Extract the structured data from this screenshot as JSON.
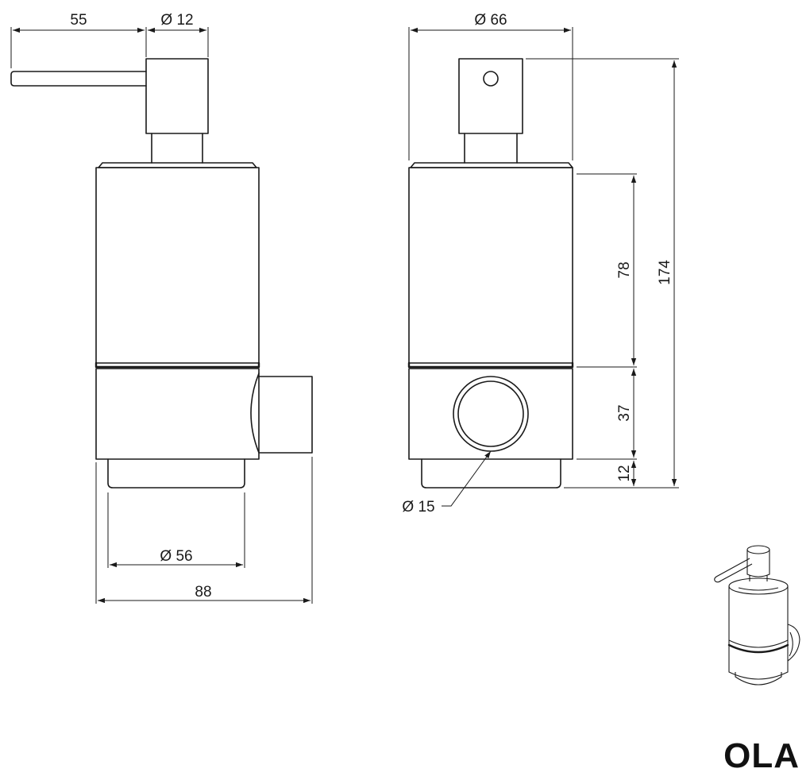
{
  "product": {
    "name": "OLA"
  },
  "side_view": {
    "spout_length": "55",
    "pump_diameter": "Ø 12",
    "base_diameter": "Ø 56",
    "overall_depth": "88"
  },
  "front_view": {
    "body_diameter": "Ø 66",
    "container_height": "78",
    "mount_height": "37",
    "base_height": "12",
    "overall_height": "174",
    "button_diameter": "Ø 15"
  }
}
